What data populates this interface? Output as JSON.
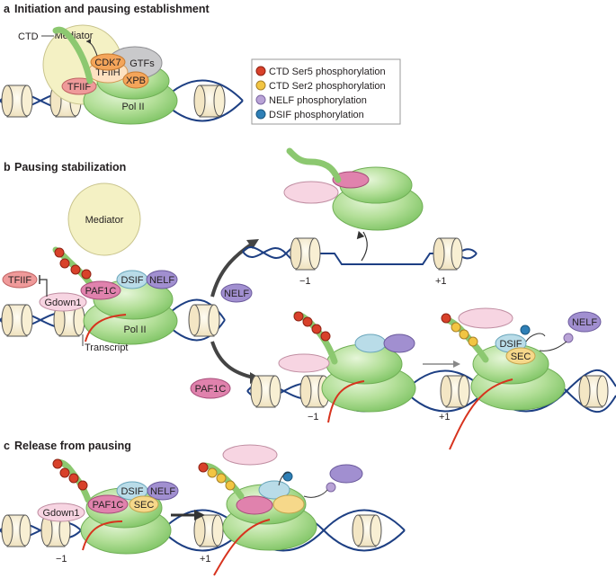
{
  "panels": {
    "a": {
      "letter": "a",
      "title": "Initiation and pausing establishment"
    },
    "b": {
      "letter": "b",
      "title": "Pausing stabilization"
    },
    "c": {
      "letter": "c",
      "title": "Release from pausing"
    }
  },
  "labels": {
    "ctd": "CTD",
    "mediator": "Mediator",
    "cdk7": "CDK7",
    "gtfs": "GTFs",
    "tfiih": "TFIIH",
    "xpb": "XPB",
    "tfiif": "TFIIF",
    "pol2": "Pol II",
    "gdown1": "Gdown1",
    "paf1c": "PAF1C",
    "dsif": "DSIF",
    "nelf": "NELF",
    "sec": "SEC",
    "transcript": "Transcript",
    "minus1": "−1",
    "plus1": "+1"
  },
  "legend": [
    {
      "label": "CTD Ser5 phosphorylation",
      "color": "#d8412a"
    },
    {
      "label": "CTD Ser2 phosphorylation",
      "color": "#f2c542"
    },
    {
      "label": "NELF phosphorylation",
      "color": "#b9a3d6"
    },
    {
      "label": "DSIF phosphorylation",
      "color": "#2e7fb6"
    }
  ],
  "colors": {
    "pol2": "#a8d98c",
    "mediator": "#f4f1c4",
    "dna": "#1d3f83",
    "rna": "#d7331e",
    "tfiif": "#ef9a9a",
    "gdown1": "#f7d5e2",
    "paf1c": "#e082ad",
    "dsif": "#b9dce8",
    "nelf": "#a18fd0",
    "sec": "#f6d88a",
    "cdk7": "#f4a55a",
    "gtfs": "#c9c9cb"
  }
}
